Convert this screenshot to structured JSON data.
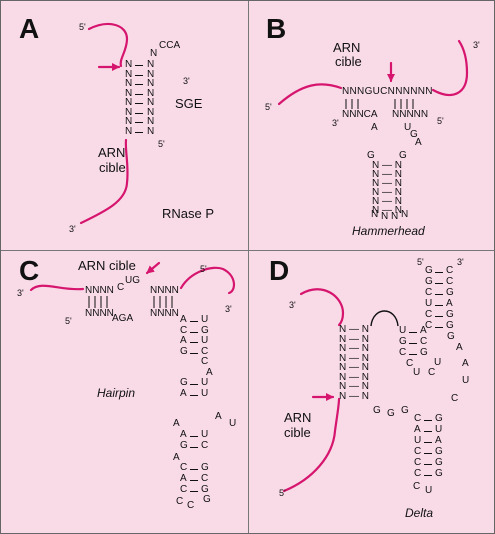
{
  "panel_a": {
    "letter": "A",
    "primes": [
      "5'",
      "3'",
      "5'",
      "3'"
    ],
    "loop": "CCA",
    "stem_nt": "N",
    "label_sge": "SGE",
    "label_target": [
      "ARN",
      "cible"
    ],
    "label_enzyme": "RNase P"
  },
  "panel_b": {
    "letter": "B",
    "label_target": [
      "ARN",
      "cible"
    ],
    "primes": [
      "5'",
      "3'",
      "3'",
      "5'"
    ],
    "top_strand": "NNNGUCNNNNNN",
    "bottom_left": "NNNCA",
    "bottom_right": "NNNNN",
    "loop_left": [
      "A",
      "G"
    ],
    "loop_right": [
      "U",
      "G",
      "A",
      "G"
    ],
    "stem_pair": "N — N",
    "stem_loop": "N",
    "caption": "Hammerhead"
  },
  "panel_c": {
    "letter": "C",
    "label_target": "ARN cible",
    "primes": [
      "3'",
      "5'",
      "5'",
      "3'"
    ],
    "top_left": "NNNN",
    "top_loop": "UG",
    "top_mid": "C",
    "top_right": "NNNN",
    "bottom_left": "NNNN",
    "bottom_loop": "AGA",
    "bottom_right": "NNNN",
    "pairs_1": [
      [
        "A",
        "U"
      ],
      [
        "C",
        "G"
      ],
      [
        "A",
        "U"
      ],
      [
        "G",
        "C"
      ]
    ],
    "loop_1": [
      "C",
      "A"
    ],
    "pairs_2": [
      [
        "G",
        "U"
      ],
      [
        "A",
        "U"
      ]
    ],
    "loop_2": [
      "A",
      "U",
      "A"
    ],
    "pairs_3": [
      [
        "A",
        "U"
      ],
      [
        "G",
        "C"
      ]
    ],
    "loop_3": "A",
    "pairs_4": [
      [
        "C",
        "G"
      ],
      [
        "A",
        "C"
      ],
      [
        "C",
        "G"
      ]
    ],
    "loop_4": [
      "C",
      "C",
      "G"
    ],
    "caption": "Hairpin"
  },
  "panel_d": {
    "letter": "D",
    "primes": [
      "5'",
      "3'",
      "3'",
      "5'"
    ],
    "top_pairs": [
      [
        "G",
        "C"
      ],
      [
        "G",
        "C"
      ],
      [
        "C",
        "G"
      ],
      [
        "U",
        "A"
      ],
      [
        "C",
        "G"
      ],
      [
        "C",
        "G"
      ]
    ],
    "right_loop": [
      "G",
      "A",
      "A",
      "U",
      "C"
    ],
    "stem_pair": "N — N",
    "mid_pairs": [
      [
        "U",
        "A"
      ],
      [
        "G",
        "C"
      ],
      [
        "C",
        "G"
      ]
    ],
    "mid_loop": [
      "C",
      "U",
      "C",
      "U"
    ],
    "ggg": [
      "G",
      "G",
      "G"
    ],
    "lower_pairs": [
      [
        "C",
        "G"
      ],
      [
        "A",
        "U"
      ],
      [
        "U",
        "A"
      ],
      [
        "C",
        "G"
      ],
      [
        "C",
        "G"
      ],
      [
        "C",
        "G"
      ]
    ],
    "bottom_loop": [
      "C",
      "U"
    ],
    "label_target": [
      "ARN",
      "cible"
    ],
    "caption": "Delta"
  }
}
